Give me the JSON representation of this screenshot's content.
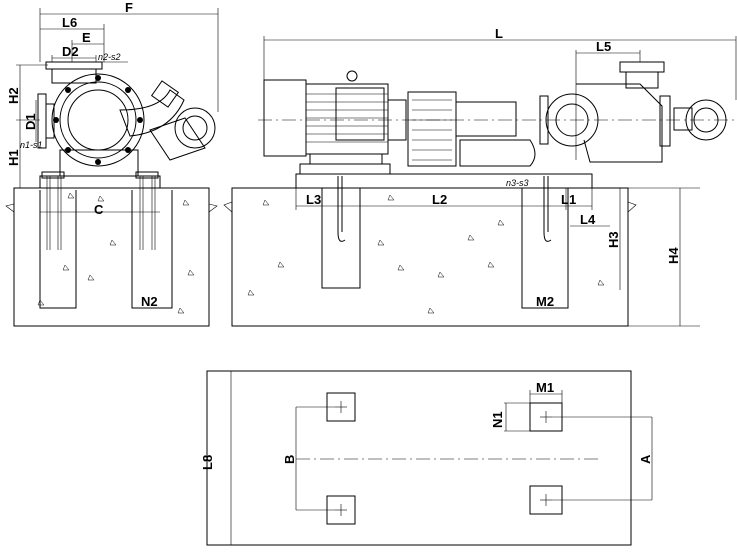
{
  "dimensions": {
    "F": "F",
    "L6": "L6",
    "E": "E",
    "D2": "D2",
    "n2s2": "n2-s2",
    "H2": "H2",
    "D1": "D1",
    "n1s1": "n1-s1",
    "H1": "H1",
    "C": "C",
    "N2": "N2",
    "L": "L",
    "L5": "L5",
    "n3s3": "n3-s3",
    "L3": "L3",
    "L2": "L2",
    "L1": "L1",
    "L4": "L4",
    "H3": "H3",
    "H4": "H4",
    "M2": "M2",
    "M1": "M1",
    "N1": "N1",
    "B": "B",
    "A": "A",
    "L8": "L8"
  }
}
